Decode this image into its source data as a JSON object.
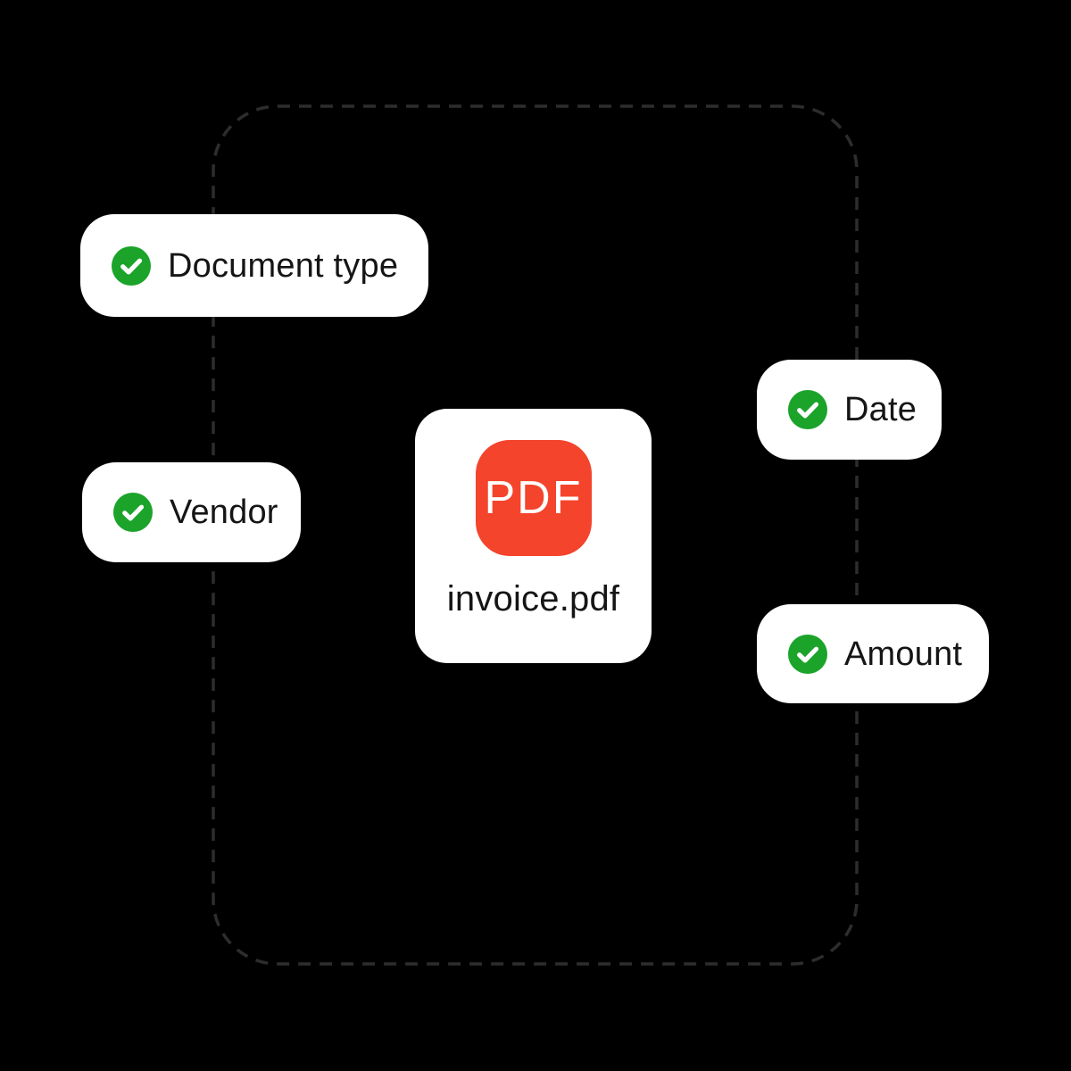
{
  "canvas": {
    "background": "#000000"
  },
  "frame": {
    "stroke_color": "#2d2d2d"
  },
  "tags": [
    {
      "id": "document-type",
      "label": "Document type"
    },
    {
      "id": "vendor",
      "label": "Vendor"
    },
    {
      "id": "date",
      "label": "Date"
    },
    {
      "id": "amount",
      "label": "Amount"
    }
  ],
  "file_card": {
    "badge": "PDF",
    "filename": "invoice.pdf"
  },
  "colors": {
    "check_green": "#1BA32A",
    "pdf_red": "#F4442C",
    "text": "#151515",
    "card_bg": "#FFFFFF"
  }
}
